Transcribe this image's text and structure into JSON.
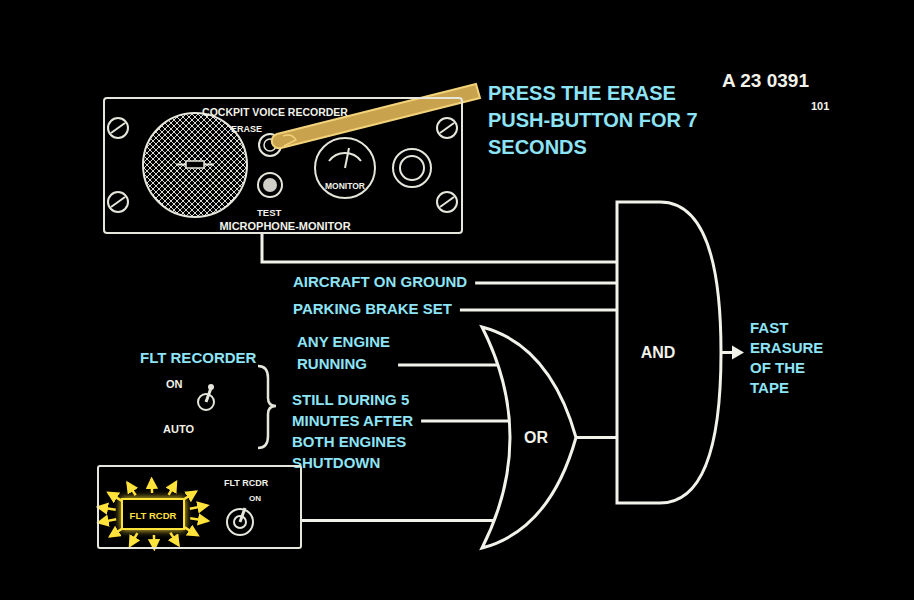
{
  "diagram": {
    "title": "PRESS THE ERASE PUSH-BUTTON FOR 7 SECONDS",
    "nodes": [
      {
        "text": [
          "COCKPIT VOICE RECORDER",
          "ERASE",
          "TEST",
          "MICROPHONE-MONITOR"
        ]
      },
      {
        "text": [
          "MONITOR"
        ],
        "in": 0
      },
      {
        "text": [
          "AND"
        ]
      },
      {
        "text": [
          "OR"
        ]
      },
      {
        "text": [
          "FLT RCDR",
          "ON"
        ]
      },
      {
        "text": [
          "FLT RCDR"
        ],
        "in": 4
      }
    ],
    "edges": [
      {
        "from": 0,
        "to": 2,
        "arrow": "none"
      },
      {
        "from": 3,
        "to": 2,
        "arrow": "none"
      },
      {
        "from": 4,
        "to": 3,
        "arrow": "none"
      }
    ],
    "labels": [
      "A 23 0391",
      "101",
      "AIRCRAFT ON GROUND",
      "PARKING BRAKE SET",
      "FLT RECORDER",
      "ON",
      "AUTO",
      "ANY ENGINE RUNNING",
      "STILL DURING 5 MINUTES AFTER BOTH ENGINES SHUTDOWN",
      "FAST ERASURE OF THE TAPE"
    ]
  }
}
